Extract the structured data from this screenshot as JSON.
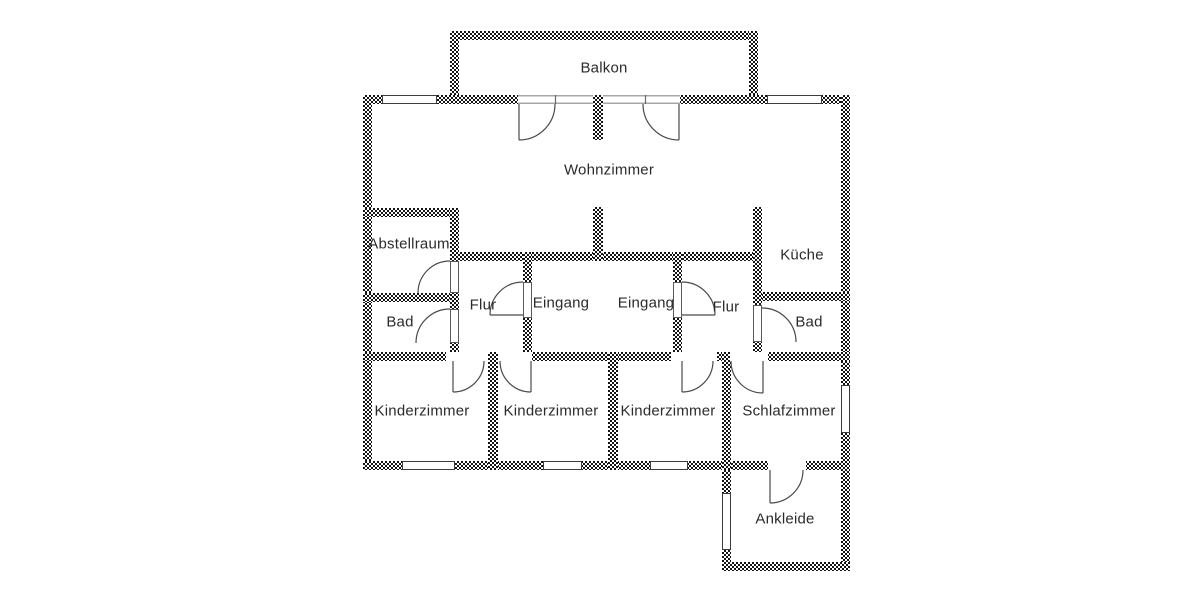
{
  "app": {
    "type": "apartment-floor-plan"
  },
  "rooms": {
    "balkon": "Balkon",
    "wohnzimmer": "Wohnzimmer",
    "abstellraum": "Abstellraum",
    "kueche": "Küche",
    "flur_left": "Flur",
    "flur_right": "Flur",
    "eingang_left": "Eingang",
    "eingang_right": "Eingang",
    "bad_left": "Bad",
    "bad_right": "Bad",
    "kinderzimmer_1": "Kinderzimmer",
    "kinderzimmer_2": "Kinderzimmer",
    "kinderzimmer_3": "Kinderzimmer",
    "schlafzimmer": "Schlafzimmer",
    "ankleide": "Ankleide"
  },
  "colors": {
    "wall": "#1a1a1a",
    "door_line": "#4a4a4a",
    "text": "#2b2b2b",
    "background": "#ffffff"
  }
}
